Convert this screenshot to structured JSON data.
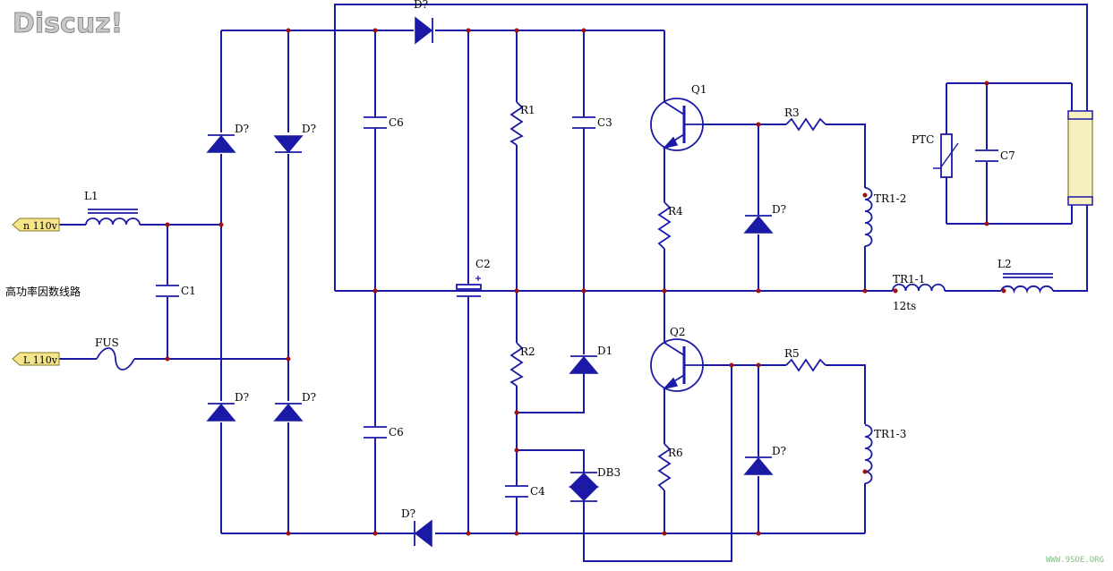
{
  "watermark": "Discuz!",
  "watermark_small": "WWW.9SOE.ORG",
  "diagram_title": "高功率因数线路",
  "ports": {
    "n": "n 110v",
    "L": "L 110v"
  },
  "labels": {
    "L1": "L1",
    "FUS": "FUS",
    "C1": "C1",
    "D_bridge_1": "D?",
    "D_bridge_2": "D?",
    "D_bridge_3": "D?",
    "D_bridge_4": "D?",
    "C6_top": "C6",
    "C6_bottom": "C6",
    "D_top": "D?",
    "D_bottom": "D?",
    "C2": "C2",
    "R1": "R1",
    "R2": "R2",
    "C3": "C3",
    "C4": "C4",
    "D1": "D1",
    "DB3": "DB3",
    "Q1": "Q1",
    "Q2": "Q2",
    "R4": "R4",
    "R6": "R6",
    "D_q1": "D?",
    "D_q2": "D?",
    "R3": "R3",
    "R5": "R5",
    "TR1_2": "TR1-2",
    "TR1_3": "TR1-3",
    "TR1_1": "TR1-1",
    "turns": "12ts",
    "L2": "L2",
    "PTC": "PTC",
    "C7": "C7"
  },
  "colors": {
    "wire": "#1a1aa6",
    "junction": "#a01010",
    "lamp": "#f7efc0",
    "port": "#f5e58a"
  }
}
